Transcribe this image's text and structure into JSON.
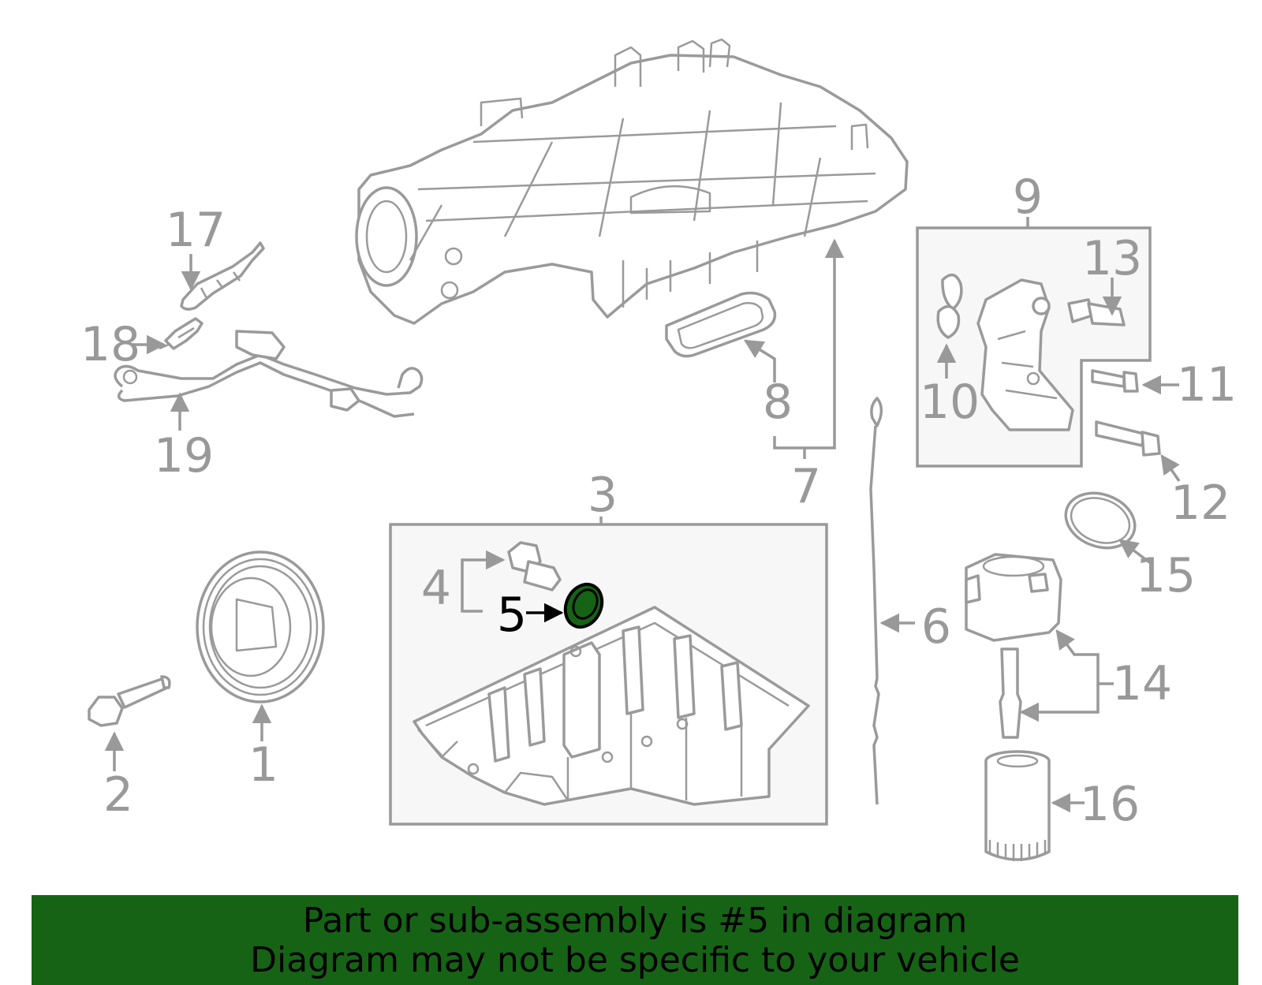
{
  "colors": {
    "banner_bg": "#166316",
    "highlight_part": "#166316",
    "line_gray": "#999999",
    "label_gray": "#999999",
    "highlight_label": "#000000"
  },
  "callouts": [
    "1",
    "2",
    "3",
    "4",
    "5",
    "6",
    "7",
    "8",
    "9",
    "10",
    "11",
    "12",
    "13",
    "14",
    "15",
    "16",
    "17",
    "18",
    "19"
  ],
  "highlighted_callout": "5",
  "banner": {
    "line1": "Part or sub-assembly is #5 in diagram",
    "line2": "Diagram may not be specific to your vehicle"
  }
}
